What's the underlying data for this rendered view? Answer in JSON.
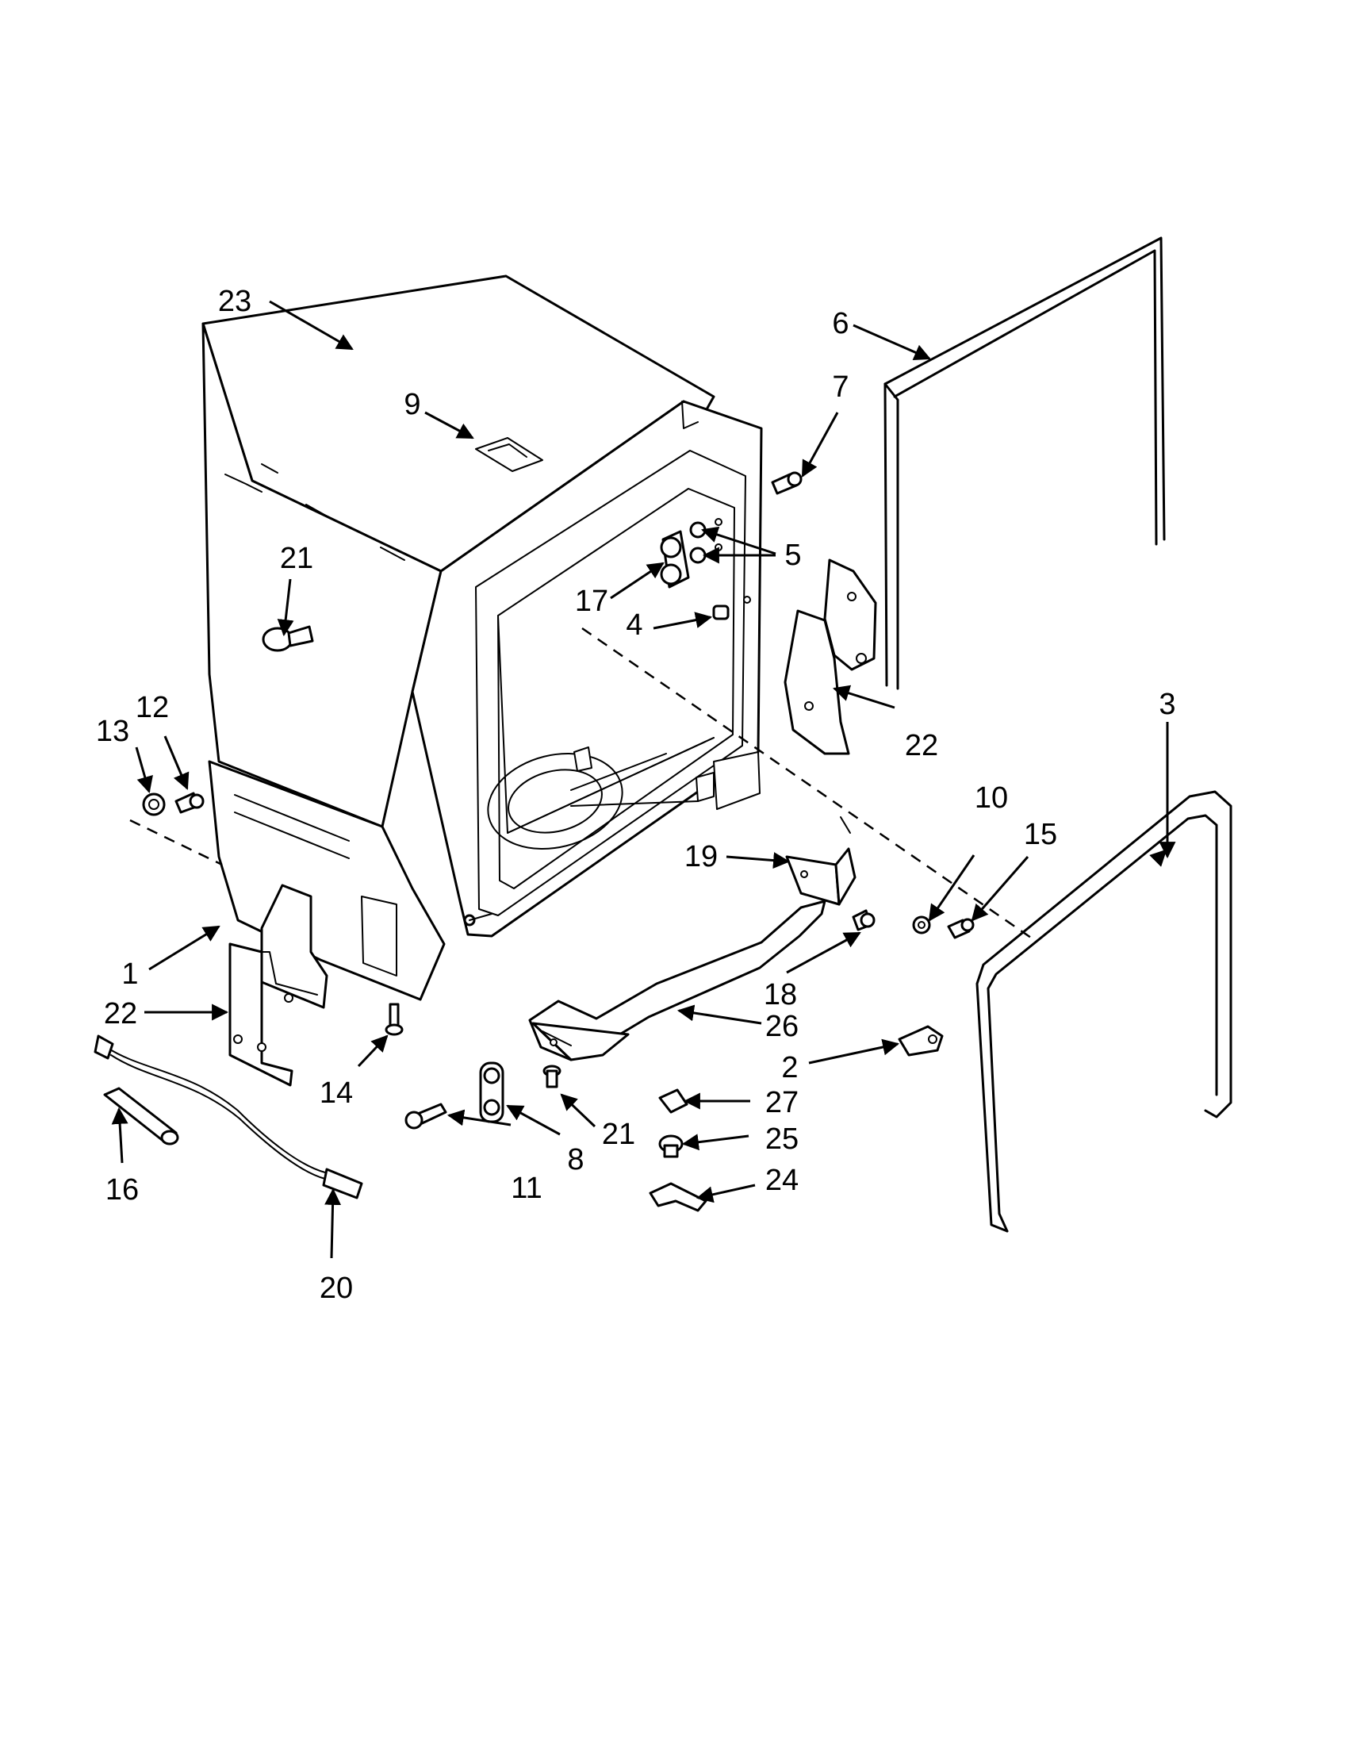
{
  "callouts": {
    "c1": "1",
    "c2": "2",
    "c3": "3",
    "c4": "4",
    "c5": "5",
    "c6": "6",
    "c7": "7",
    "c8": "8",
    "c9": "9",
    "c10": "10",
    "c11": "11",
    "c12": "12",
    "c13": "13",
    "c14": "14",
    "c15": "15",
    "c16": "16",
    "c17": "17",
    "c18": "18",
    "c19": "19",
    "c20": "20",
    "c21a": "21",
    "c21b": "21",
    "c22a": "22",
    "c22b": "22",
    "c23": "23",
    "c24": "24",
    "c25": "25",
    "c26": "26",
    "c27": "27"
  }
}
